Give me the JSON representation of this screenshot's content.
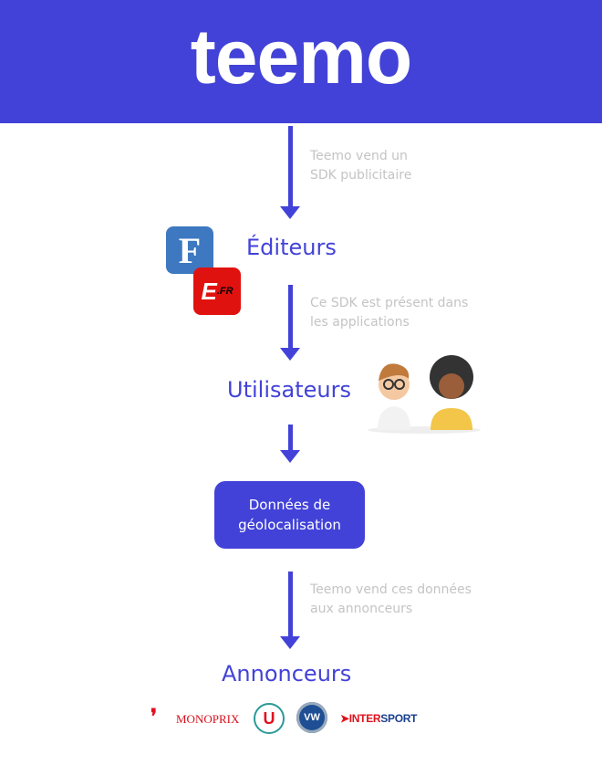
{
  "header": {
    "logo": "teemo",
    "color": "#4242d8"
  },
  "steps": [
    {
      "note_line1": "Teemo vend un",
      "note_line2": "SDK publicitaire"
    },
    {
      "note_line1": "Ce SDK est présent dans",
      "note_line2": "les applications"
    },
    {
      "note_line1": "Teemo vend ces données",
      "note_line2": "aux annonceurs"
    }
  ],
  "titles": {
    "editeurs": "Éditeurs",
    "utilisateurs": "Utilisateurs",
    "annonceurs": "Annonceurs"
  },
  "box": {
    "line1": "Données de",
    "line2": "géolocalisation"
  },
  "apps": {
    "figaro": "F",
    "equipe": "E",
    "equipe_suffix": ".FR"
  },
  "brands": {
    "monoprix": "MONOPRIX",
    "u": "U",
    "vw": "VW",
    "intersport_a": "INTER",
    "intersport_b": "SPORT"
  }
}
